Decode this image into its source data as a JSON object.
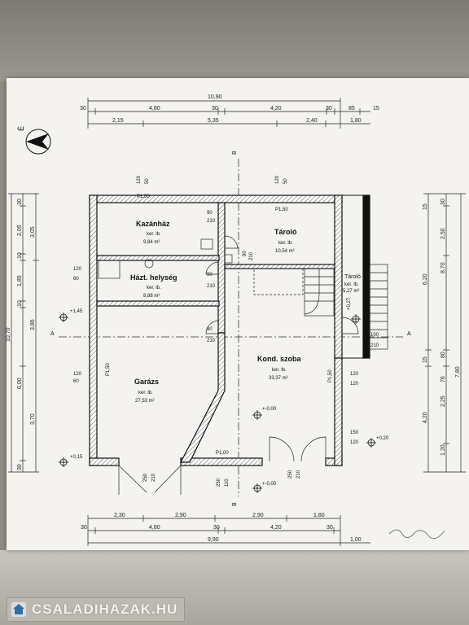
{
  "rooms": {
    "kazanhaz": {
      "name": "Kazánház",
      "sub": "ker. lb.",
      "area": "9,84 m²"
    },
    "taroló_top": {
      "name": "Tároló",
      "sub": "ker. lb.",
      "area": "10,54 m²"
    },
    "haztartasi": {
      "name": "Házt. helység",
      "sub": "ker. lb.",
      "area": "8,88 m²"
    },
    "taroló_side": {
      "name": "Tároló",
      "sub": "ker. lb.",
      "area": "5,27 m²"
    },
    "garazs": {
      "name": "Garázs",
      "sub": "ker. lb.",
      "area": "27,53 m²"
    },
    "kond": {
      "name": "Kond. szoba",
      "sub": "ker. lb.",
      "area": "33,37 m²"
    }
  },
  "dims_top": {
    "overall": "10,90",
    "row2": [
      "30",
      "4,80",
      "30",
      "4,20",
      "30",
      "85",
      "15"
    ],
    "row3": [
      "2,15",
      "5,35",
      "2,40",
      "1,80"
    ]
  },
  "dims_bottom": {
    "row1": [
      "2,30",
      "2,90",
      "2,90",
      "1,80"
    ],
    "row2": [
      "30",
      "4,80",
      "30",
      "4,20",
      "30"
    ],
    "overall": "9,90",
    "extra": "1,00"
  },
  "dims_left": {
    "outer": "10,70",
    "col1": [
      "30",
      "2,05",
      "10",
      "1,85",
      "10",
      "3,86",
      "6,00",
      "3,70",
      "30"
    ],
    "col2": [
      "3,05"
    ]
  },
  "dims_right": {
    "col1": [
      "15",
      "6,20",
      "15",
      "4,20"
    ],
    "col2": [
      "30",
      "2,50",
      "8,70",
      "80",
      "2,25",
      "1,20"
    ],
    "col3": [
      "7,80",
      "76"
    ]
  },
  "openings": {
    "window_top_left": "P1,50",
    "window_top_right": "P1,50",
    "window_garage": "P1,50",
    "window_kond": "P1,50",
    "window_bottom": "P1,00",
    "door_90_210": [
      "90",
      "210"
    ],
    "door_100_210": [
      "100",
      "210"
    ],
    "door_120_60": [
      "120",
      "60"
    ],
    "door_120_60b": [
      "120",
      "60"
    ],
    "door_120_120": [
      "120",
      "120"
    ],
    "door_150_120": [
      "150",
      "120"
    ],
    "door_250_210": [
      "250",
      "210"
    ],
    "door_250_110": [
      "250",
      "110"
    ],
    "door_120_50": [
      "120",
      "50"
    ]
  },
  "levels": {
    "l1": "+1,45",
    "l2": "+0,15",
    "l3": "+0,27",
    "l4": "+-0,00",
    "l5": "+-0,00",
    "l6": "+0,20"
  },
  "section_marks": {
    "A": "A",
    "B": "B"
  },
  "watermark": {
    "text": "CSALADIHAZAK.HU"
  }
}
